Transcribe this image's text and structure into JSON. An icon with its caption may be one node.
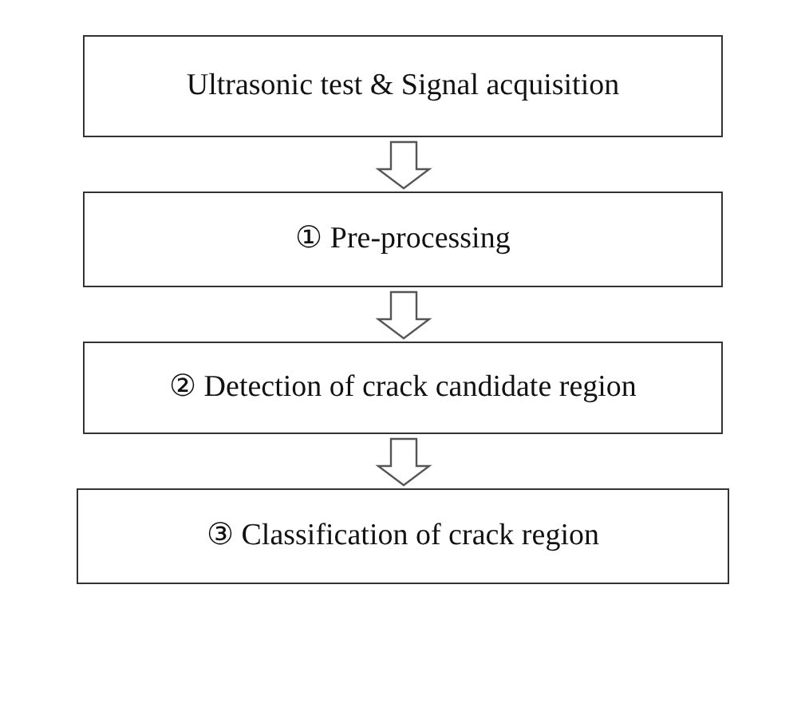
{
  "diagram": {
    "nodes": [
      {
        "text": [
          "Ultrasonic test & Signal acquisition"
        ]
      },
      {
        "text": [
          "① Pre-processing"
        ]
      },
      {
        "text": [
          "② Detection of crack candidate region"
        ]
      },
      {
        "text": [
          "③ Classification of crack region"
        ]
      }
    ],
    "edges": [
      {
        "from": 0,
        "to": 1,
        "arrow": "to"
      },
      {
        "from": 1,
        "to": 2,
        "arrow": "to"
      },
      {
        "from": 2,
        "to": 3,
        "arrow": "to"
      }
    ]
  }
}
